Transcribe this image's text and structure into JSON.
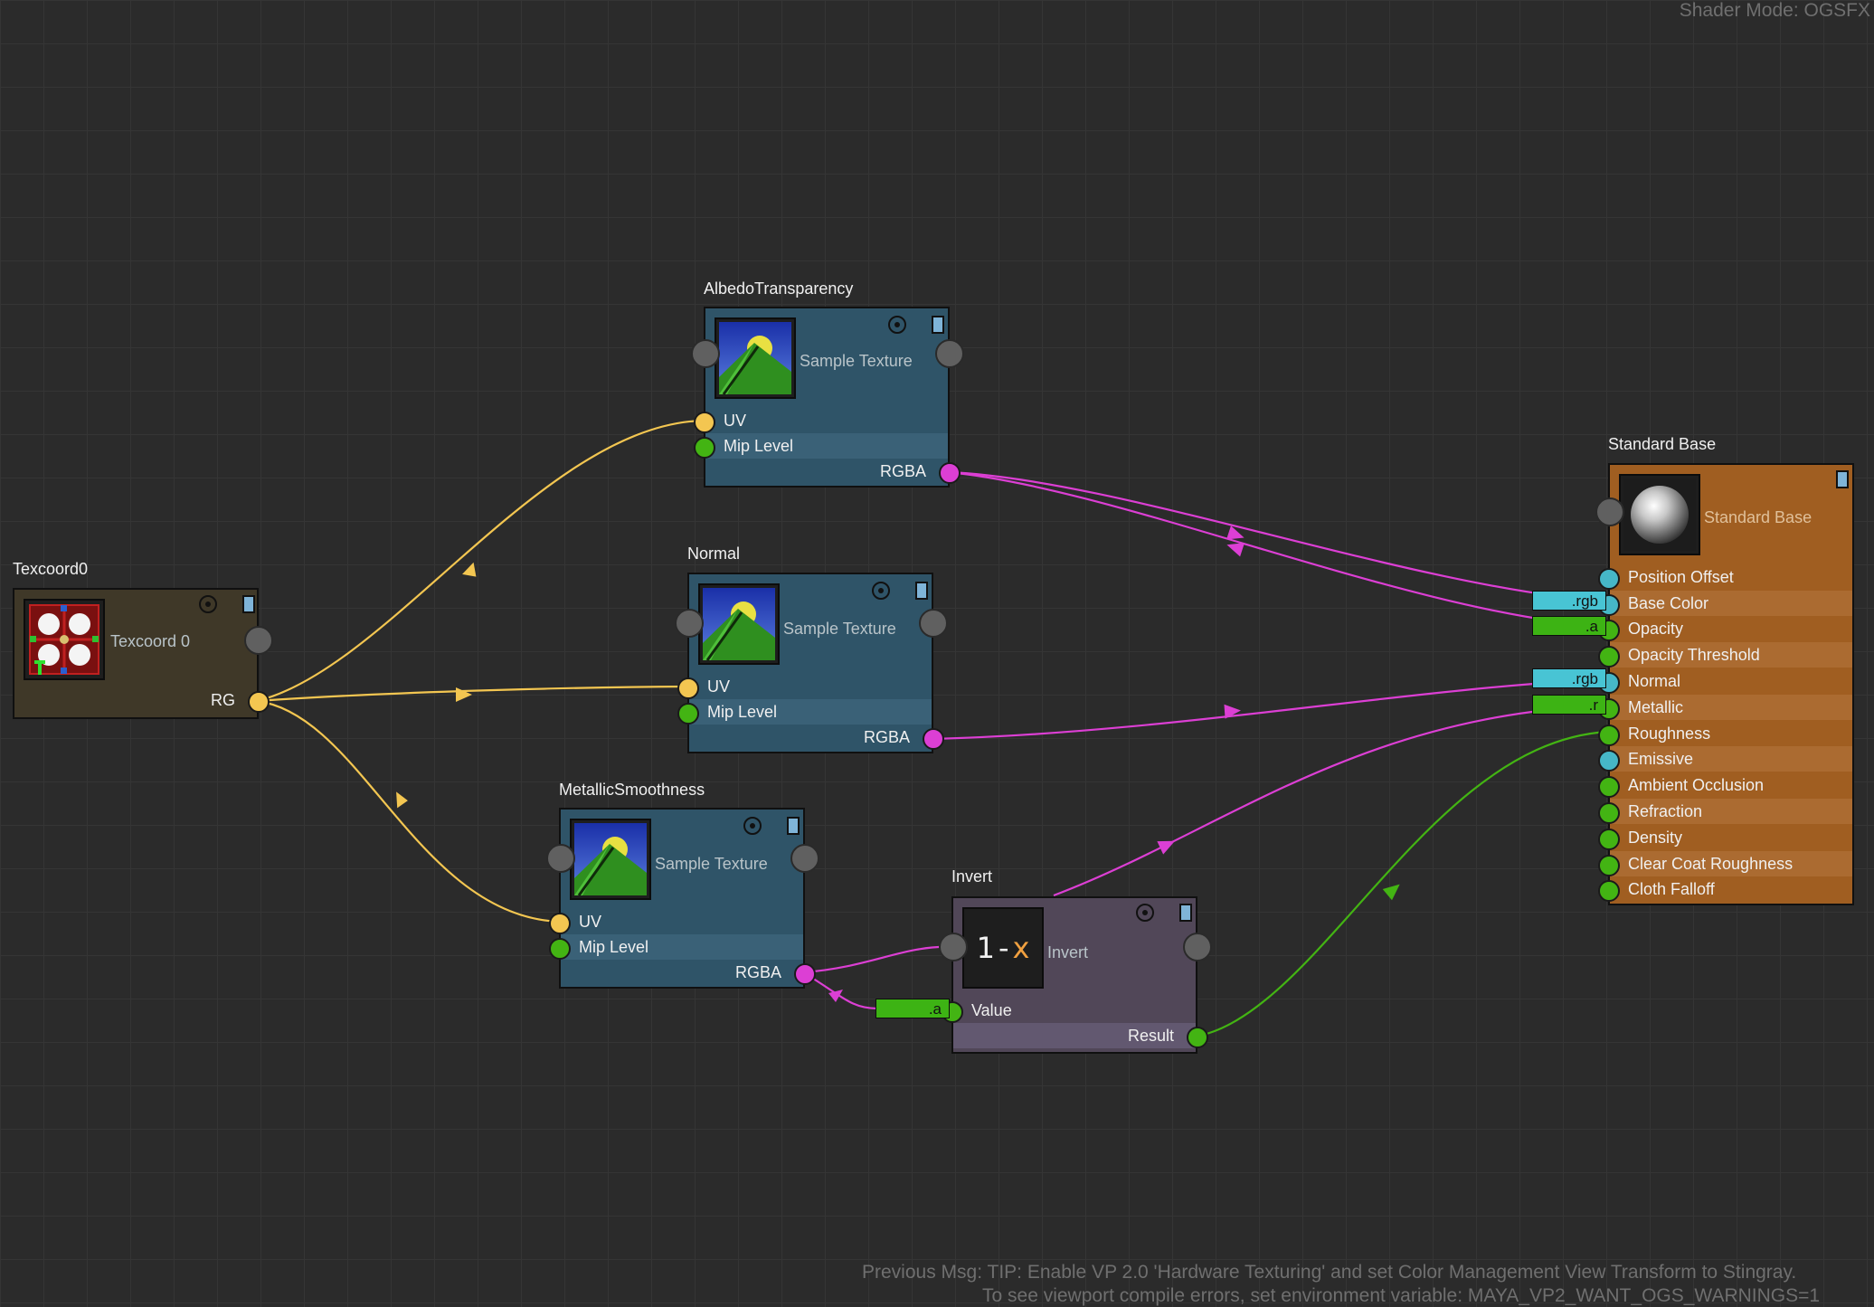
{
  "status": {
    "shader_mode": "Shader Mode: OGSFX",
    "previous_msg": "Previous Msg: TIP: Enable VP 2.0 'Hardware Texturing' and set Color Management View Transform to Stingray.",
    "compile_hint": "To see viewport compile errors, set environment variable: MAYA_VP2_WANT_OGS_WARNINGS=1"
  },
  "nodes": {
    "texcoord": {
      "title": "Texcoord0",
      "subtitle": "Texcoord 0",
      "out_label": "RG"
    },
    "albedo": {
      "title": "AlbedoTransparency",
      "subtitle": "Sample Texture",
      "in_uv": "UV",
      "in_mip": "Mip Level",
      "out_label": "RGBA"
    },
    "normal": {
      "title": "Normal",
      "subtitle": "Sample Texture",
      "in_uv": "UV",
      "in_mip": "Mip Level",
      "out_label": "RGBA"
    },
    "metallic": {
      "title": "MetallicSmoothness",
      "subtitle": "Sample Texture",
      "in_uv": "UV",
      "in_mip": "Mip Level",
      "out_label": "RGBA"
    },
    "invert": {
      "title": "Invert",
      "subtitle": "Invert",
      "icon_one": "1",
      "icon_minus": "-",
      "icon_x": "x",
      "in_value": "Value",
      "out_label": "Result",
      "swizzle_value": ".a"
    },
    "standard_base": {
      "title": "Standard Base",
      "subtitle": "Standard Base",
      "inputs": [
        "Position Offset",
        "Base Color",
        "Opacity",
        "Opacity Threshold",
        "Normal",
        "Metallic",
        "Roughness",
        "Emissive",
        "Ambient Occlusion",
        "Refraction",
        "Density",
        "Clear Coat Roughness",
        "Cloth Falloff"
      ],
      "swizzles": {
        "base_color": ".rgb",
        "opacity": ".a",
        "normal": ".rgb",
        "metallic": ".r"
      }
    }
  },
  "colors": {
    "canvas": "#2b2b2b",
    "texture_node": "#2f5468",
    "texcoord_node": "#3f3828",
    "invert_node": "#514758",
    "standard_base_node": "#a05e21",
    "wire_uv": "#f3c651",
    "wire_rgba": "#dc3fd4",
    "wire_scalar": "#43b413",
    "port_vector": "#46b7c7"
  },
  "icons": {
    "texture_thumb": "landscape-image-icon",
    "texcoord_thumb": "uv-grid-icon",
    "invert_thumb": "one-minus-x-icon",
    "material_thumb": "sphere-icon",
    "preview_toggle": "target-icon",
    "doc_toggle": "document-icon"
  }
}
